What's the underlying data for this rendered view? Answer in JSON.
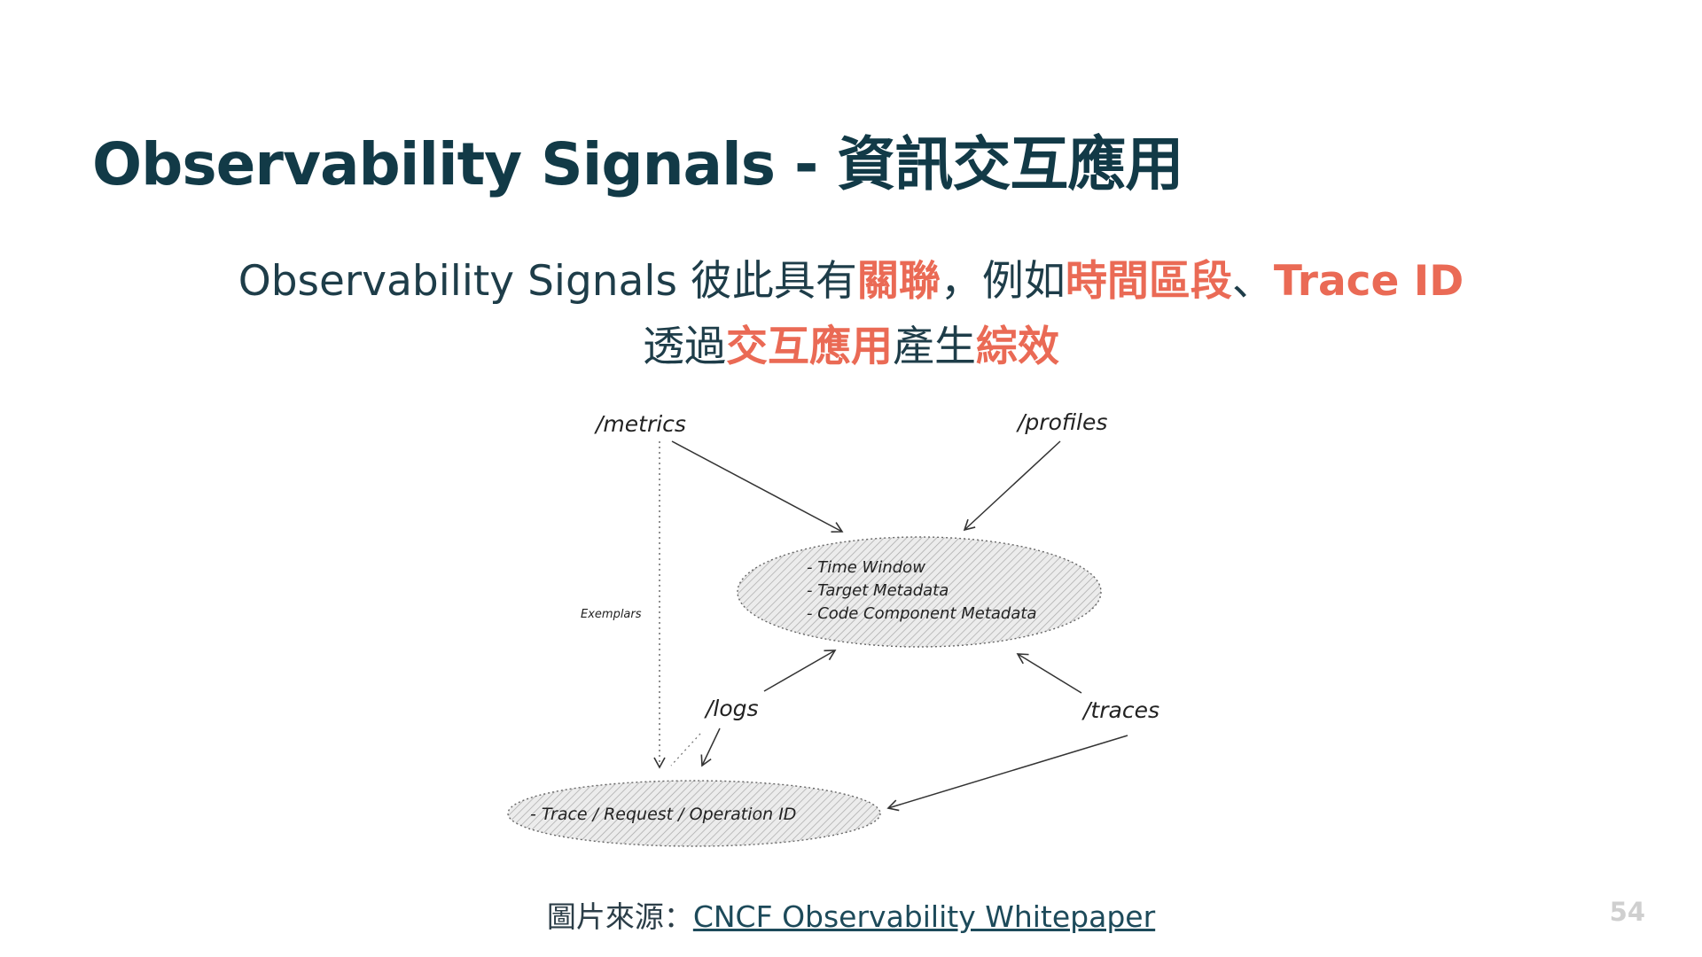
{
  "slide": {
    "title": "Observability Signals - 資訊交互應用",
    "subtitle_line1": {
      "t1": "Observability Signals 彼此具有",
      "h1": "關聯",
      "t2": "，例如",
      "h2": "時間區段",
      "t3": "、",
      "h3": "Trace ID"
    },
    "subtitle_line2": {
      "t1": "透過",
      "h1": "交互應用",
      "t2": "產生",
      "h2": "綜效"
    },
    "caption": {
      "prefix": "圖片來源：",
      "link_text": "CNCF Observability Whitepaper"
    },
    "page_number": "54"
  },
  "diagram": {
    "nodes": {
      "metrics": "/metrics",
      "profiles": "/profiles",
      "logs": "/logs",
      "traces": "/traces",
      "exemplars": "Exemplars"
    },
    "context_items": [
      "- Time Window",
      "- Target Metadata",
      "- Code Component Metadata"
    ],
    "id_item": "- Trace / Request / Operation ID"
  },
  "colors": {
    "title": "#123a47",
    "highlight": "#ea6a55",
    "text": "#1e3d49",
    "page_number": "#cfcfcf"
  }
}
